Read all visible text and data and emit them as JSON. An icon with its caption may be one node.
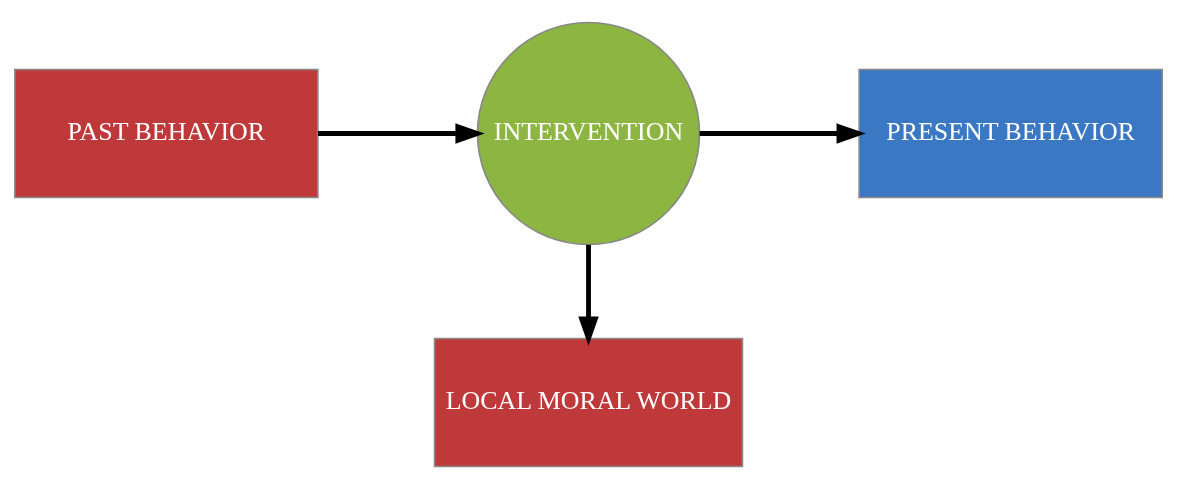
{
  "diagram": {
    "nodes": [
      {
        "text": [
          "PAST BEHAVIOR"
        ]
      },
      {
        "text": [
          "INTERVENTION"
        ]
      },
      {
        "text": [
          "PRESENT BEHAVIOR"
        ]
      },
      {
        "text": [
          "LOCAL MORAL WORLD"
        ]
      }
    ],
    "edges": [
      {
        "from": 0,
        "to": 1,
        "arrow": "to"
      },
      {
        "from": 1,
        "to": 2,
        "arrow": "to"
      },
      {
        "from": 1,
        "to": 3,
        "arrow": "to"
      }
    ]
  }
}
